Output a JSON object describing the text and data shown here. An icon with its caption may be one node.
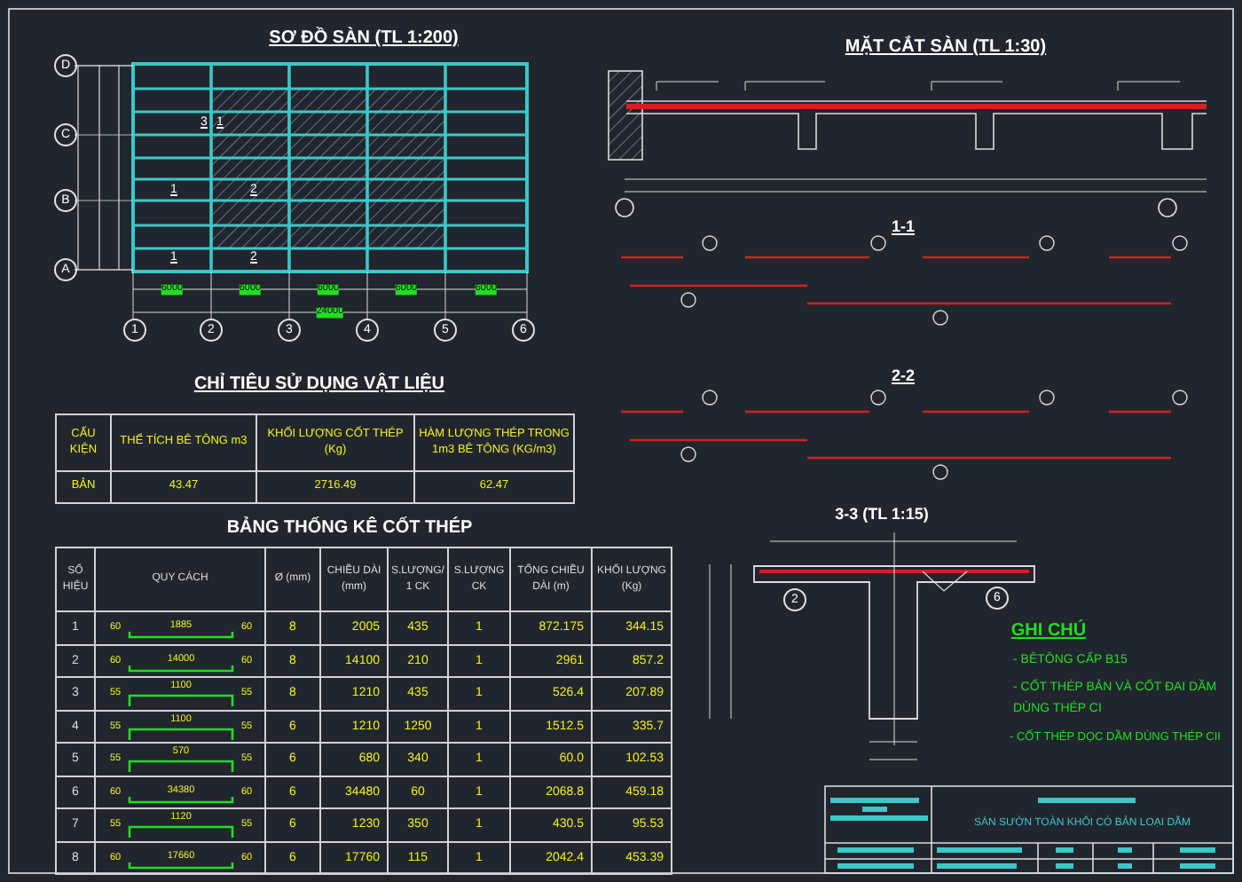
{
  "diagram": {
    "labels": [
      "SƠ ĐỒ SÀN (TL 1:200)",
      "D",
      "C",
      "B",
      "A",
      "3",
      "1",
      "1",
      "2",
      "1",
      "2",
      "6000",
      "6000",
      "6000",
      "6000",
      "6000",
      "24000",
      "1",
      "2",
      "3",
      "4",
      "5",
      "6",
      "MẶT CẮT SÀN (TL 1:30)",
      "1-1",
      "2-2",
      "CHỈ TIÊU SỬ DỤNG VẬT LIỆU",
      "CẤU KIỆN",
      "THỂ TÍCH BÊ TÔNG m3",
      "KHỐI LƯỢNG CỐT THÉP (Kg)",
      "HÀM LƯỢNG THÉP TRONG 1m3 BÊ TÔNG (KG/m3)",
      "BẢN",
      "43.47",
      "2716.49",
      "62.47",
      "BẢNG THỐNG KÊ CỐT THÉP",
      "SỐ HIỆU",
      "QUY CÁCH",
      "Ø (mm)",
      "CHIỀU DÀI (mm)",
      "S.LƯỢNG/ 1 CK",
      "S.LƯỢNG CK",
      "TỔNG CHIỀU DÀI (m)",
      "KHỐI LƯỢNG (Kg)",
      "1",
      "60",
      "1885",
      "60",
      "8",
      "2005",
      "435",
      "1",
      "872.175",
      "344.15",
      "2",
      "60",
      "14000",
      "60",
      "8",
      "14100",
      "210",
      "1",
      "2961",
      "857.2",
      "3",
      "55",
      "1100",
      "55",
      "8",
      "1210",
      "435",
      "1",
      "526.4",
      "207.89",
      "4",
      "55",
      "1100",
      "55",
      "6",
      "1210",
      "1250",
      "1",
      "1512.5",
      "335.7",
      "5",
      "55",
      "570",
      "55",
      "6",
      "680",
      "340",
      "1",
      "60.0",
      "102.53",
      "6",
      "60",
      "34380",
      "60",
      "6",
      "34480",
      "60",
      "1",
      "2068.8",
      "459.18",
      "7",
      "55",
      "1120",
      "55",
      "6",
      "1230",
      "350",
      "1",
      "430.5",
      "95.53",
      "8",
      "60",
      "17660",
      "60",
      "6",
      "17760",
      "115",
      "1",
      "2042.4",
      "453.39",
      "3-3 (TL 1:15)",
      "2",
      "6",
      "GHI CHÚ",
      "- BÊTÔNG CẤP B15",
      "- CỐT THÉP BẢN VÀ CỐT ĐAI DẦM DÙNG THÉP CI",
      "- CỐT THÉP DỌC DẦM DÙNG THÉP CII",
      "SÀN SƯỜN TOÀN KHỐI CÓ BẢN LOẠI DẦM"
    ]
  }
}
